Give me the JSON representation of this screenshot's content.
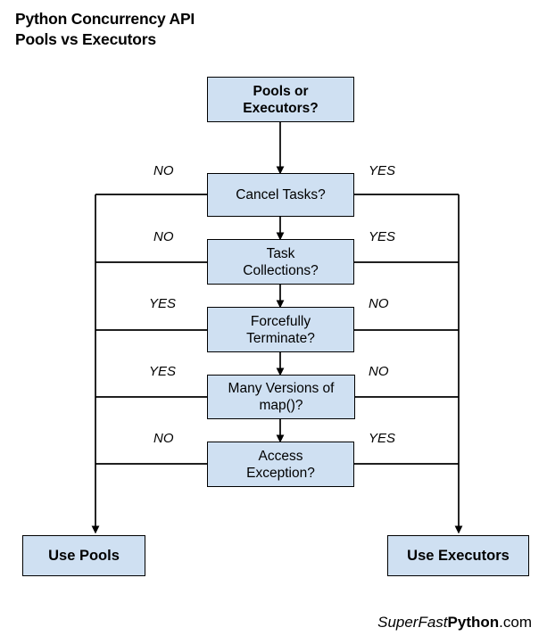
{
  "title": {
    "line1": "Python Concurrency API",
    "line2": "Pools vs Executors"
  },
  "colors": {
    "node_fill": "#cfe0f2",
    "node_border": "#000000",
    "line": "#000000",
    "text": "#000000",
    "background": "#ffffff"
  },
  "nodes": {
    "start": {
      "line1": "Pools or",
      "line2": "Executors?"
    },
    "cancel_tasks": {
      "line1": "Cancel Tasks?",
      "line2": ""
    },
    "task_collections": {
      "line1": "Task",
      "line2": "Collections?"
    },
    "forcefully_terminate": {
      "line1": "Forcefully",
      "line2": "Terminate?"
    },
    "many_map": {
      "line1": "Many Versions of",
      "line2": "map()?"
    },
    "access_exception": {
      "line1": "Access",
      "line2": "Exception?"
    },
    "use_pools": {
      "line1": "Use Pools",
      "line2": ""
    },
    "use_executors": {
      "line1": "Use Executors",
      "line2": ""
    }
  },
  "edge_labels": {
    "cancel_tasks_left": "NO",
    "cancel_tasks_right": "YES",
    "task_collections_left": "NO",
    "task_collections_right": "YES",
    "forcefully_terminate_left": "YES",
    "forcefully_terminate_right": "NO",
    "many_map_left": "YES",
    "many_map_right": "NO",
    "access_exception_left": "NO",
    "access_exception_right": "YES"
  },
  "brand": {
    "super": "SuperFast",
    "python": "Python",
    "com": ".com"
  }
}
